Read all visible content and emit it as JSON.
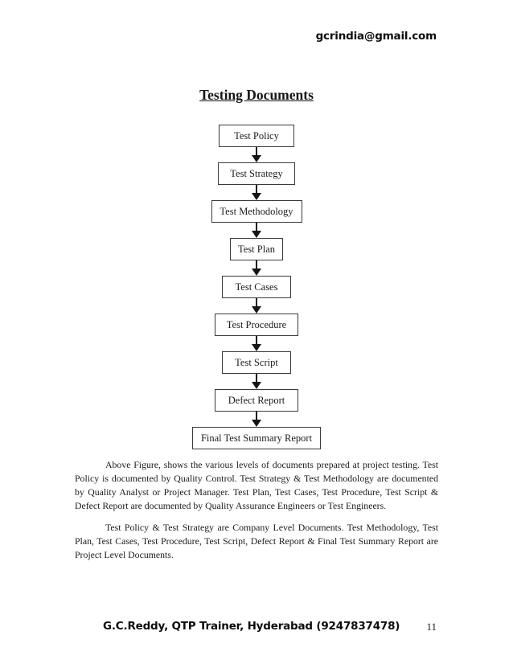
{
  "colors": {
    "background": "#ffffff",
    "ink": "#1c1c1c"
  },
  "header": {
    "email": "gcrindia@gmail.com"
  },
  "title": "Testing Documents",
  "flowchart": {
    "nodes": [
      {
        "label": "Test Policy"
      },
      {
        "label": "Test Strategy"
      },
      {
        "label": "Test Methodology"
      },
      {
        "label": "Test Plan"
      },
      {
        "label": "Test Cases"
      },
      {
        "label": "Test Procedure"
      },
      {
        "label": "Test Script"
      },
      {
        "label": "Defect Report"
      },
      {
        "label": "Final Test Summary Report"
      }
    ]
  },
  "paragraphs": [
    "Above Figure, shows the various levels of documents prepared at project testing. Test Policy is documented by Quality Control. Test Strategy & Test Methodology are documented by Quality Analyst or Project Manager. Test Plan, Test Cases, Test Procedure, Test Script & Defect Report are documented by Quality Assurance Engineers or Test Engineers.",
    "Test Policy & Test Strategy are Company Level Documents. Test Methodology, Test Plan, Test Cases, Test Procedure, Test Script, Defect Report & Final Test Summary Report are Project Level Documents."
  ],
  "footer": {
    "text": "G.C.Reddy, QTP Trainer, Hyderabad (9247837478)",
    "page_number": "11"
  }
}
